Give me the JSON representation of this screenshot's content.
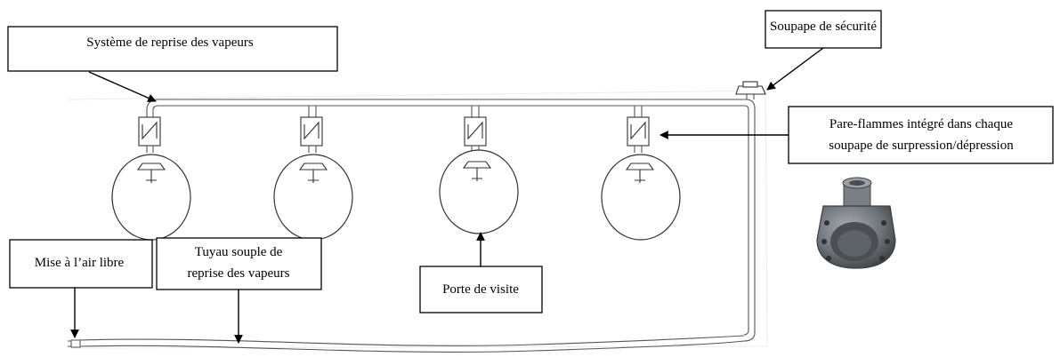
{
  "labels": {
    "vapour_recovery_system": "Système de reprise des vapeurs",
    "safety_valve": "Soupape de sécurité",
    "flame_arrester_line1": "Pare-flammes intégré dans chaque",
    "flame_arrester_line2": "soupape de surpression/dépression",
    "vent_to_atmosphere": "Mise à l’air libre",
    "flexible_hose_line1": "Tuyau souple de",
    "flexible_hose_line2": "reprise des vapeurs",
    "inspection_door": "Porte de visite"
  },
  "icons": {
    "flame_arrester_photo": "flame-arrester-valve-body-photo",
    "pressure_vacuum_valve": "pressure-vacuum-valve-icon",
    "manhole": "manhole-cover-icon"
  },
  "colors": {
    "pipe": "#555555",
    "photo_metal": "#6f747a"
  }
}
